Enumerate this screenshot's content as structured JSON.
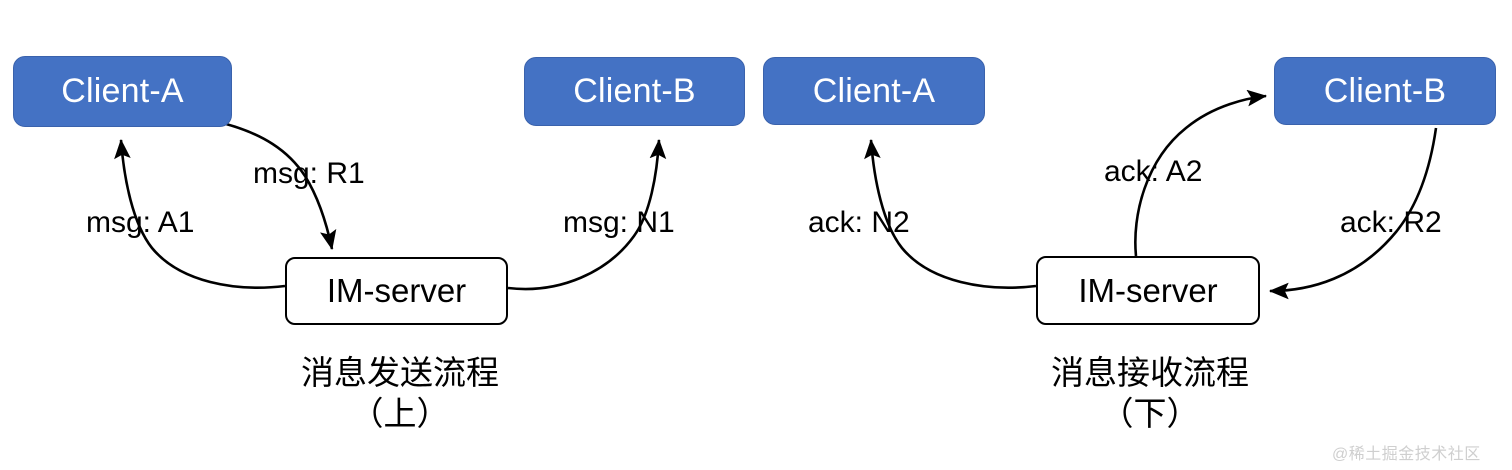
{
  "diagrams": [
    {
      "id": "send-flow",
      "caption_line1": "消息发送流程",
      "caption_line2": "（上）",
      "nodes": [
        {
          "id": "client-a-left",
          "label": "Client-A",
          "type": "client"
        },
        {
          "id": "client-b-left",
          "label": "Client-B",
          "type": "client"
        },
        {
          "id": "im-server-left",
          "label": "IM-server",
          "type": "server"
        }
      ],
      "edges": [
        {
          "id": "msg-a1",
          "label": "msg: A1",
          "from": "im-server-left",
          "to": "client-a-left"
        },
        {
          "id": "msg-r1",
          "label": "msg: R1",
          "from": "client-a-left",
          "to": "im-server-left"
        },
        {
          "id": "msg-n1",
          "label": "msg: N1",
          "from": "im-server-left",
          "to": "client-b-left"
        }
      ]
    },
    {
      "id": "receive-flow",
      "caption_line1": "消息接收流程",
      "caption_line2": "（下）",
      "nodes": [
        {
          "id": "client-a-right",
          "label": "Client-A",
          "type": "client"
        },
        {
          "id": "client-b-right",
          "label": "Client-B",
          "type": "client"
        },
        {
          "id": "im-server-right",
          "label": "IM-server",
          "type": "server"
        }
      ],
      "edges": [
        {
          "id": "ack-n2",
          "label": "ack: N2",
          "from": "im-server-right",
          "to": "client-a-right"
        },
        {
          "id": "ack-a2",
          "label": "ack: A2",
          "from": "im-server-right",
          "to": "client-b-right"
        },
        {
          "id": "ack-r2",
          "label": "ack: R2",
          "from": "client-b-right",
          "to": "im-server-right"
        }
      ]
    }
  ],
  "watermark": {
    "text": "@稀土掘金技术社区"
  },
  "colors": {
    "client_fill": "#4472c4",
    "client_text": "#ffffff",
    "server_stroke": "#000000",
    "server_fill": "#ffffff",
    "edge_stroke": "#000000",
    "canvas_bg": "#ffffff",
    "watermark_text": "#cfcfcf"
  }
}
